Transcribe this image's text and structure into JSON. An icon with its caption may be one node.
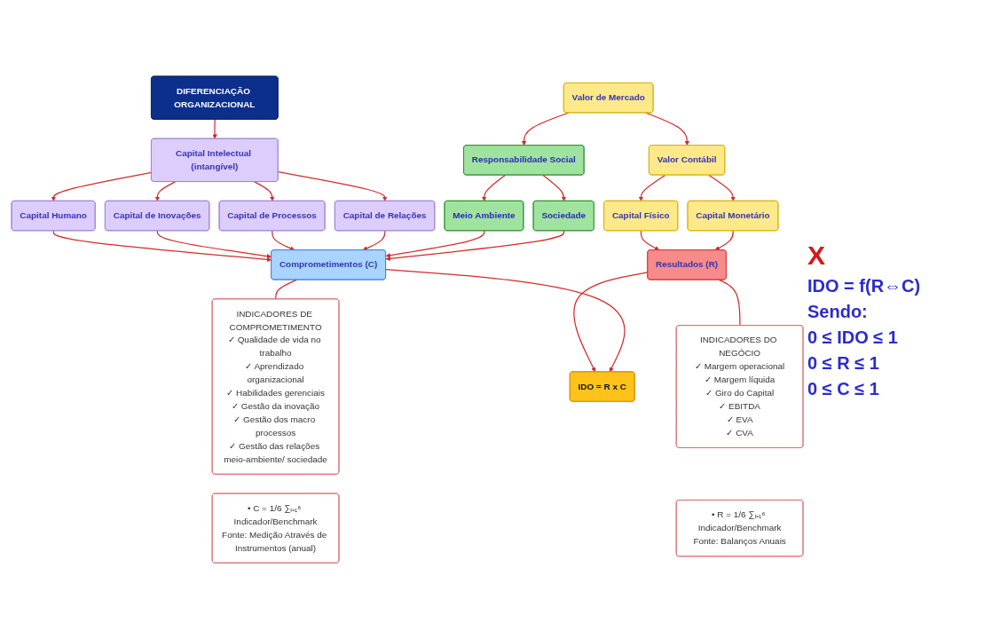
{
  "diagram": {
    "nodes": [
      {
        "text": [
          "DIFERENCIAÇÃO ORGANIZACIONAL"
        ]
      },
      {
        "text": [
          "Valor de Mercado"
        ]
      },
      {
        "text": [
          "Valor Contábil"
        ]
      },
      {
        "text": [
          "Capital Intelectual (intangível)"
        ]
      },
      {
        "text": [
          "Responsabilidade Social"
        ]
      },
      {
        "text": [
          "Capital Físico"
        ]
      },
      {
        "text": [
          "Capital Monetário"
        ]
      },
      {
        "text": [
          "Capital Humano"
        ]
      },
      {
        "text": [
          "Capital de Inovações"
        ]
      },
      {
        "text": [
          "Capital de Processos"
        ]
      },
      {
        "text": [
          "Capital de Relações"
        ]
      },
      {
        "text": [
          "Meio Ambiente"
        ]
      },
      {
        "text": [
          "Sociedade"
        ]
      },
      {
        "text": [
          "Resultados (R)"
        ]
      },
      {
        "text": [
          "Comprometimentos (C)"
        ]
      },
      {
        "text": [
          "INDICADORES DO NEGÓCIO",
          "✓ Margem operacional",
          "✓ Margem líquida",
          "✓ Giro do Capital",
          "✓ EBITDA",
          "✓ EVA",
          "✓ CVA"
        ]
      },
      {
        "text": [
          "• R = 1/6 ∑ᵢ₌₁⁶ Indicador/Benchmark",
          "Fonte: Balanços Anuais"
        ]
      },
      {
        "text": [
          "IDO = R x C"
        ]
      },
      {
        "text": [
          "INDICADORES DE COMPROMETIMENTO",
          "✓ Qualidade de vida no trabalho",
          "✓ Aprendizado organizacional",
          "✓ Habilidades gerenciais",
          "✓ Gestão da inovação",
          "✓ Gestão dos macro processos",
          "✓ Gestão das relações meio-ambiente/ sociedade"
        ]
      },
      {
        "text": [
          "• C = 1/6 ∑ᵢ₌₁⁶ Indicador/Benchmark",
          "Fonte: Medição Através de Instrumentos (anual)"
        ]
      }
    ],
    "edges": [
      {
        "from": 0,
        "to": 3,
        "arrow": "to"
      },
      {
        "from": 1,
        "to": 2,
        "arrow": "to"
      },
      {
        "from": 1,
        "to": 4,
        "arrow": "to"
      },
      {
        "from": 2,
        "to": 5,
        "arrow": "to"
      },
      {
        "from": 2,
        "to": 6,
        "arrow": "to"
      },
      {
        "from": 3,
        "to": 7,
        "arrow": "to"
      },
      {
        "from": 3,
        "to": 8,
        "arrow": "to"
      },
      {
        "from": 3,
        "to": 9,
        "arrow": "to"
      },
      {
        "from": 3,
        "to": 10,
        "arrow": "to"
      },
      {
        "from": 4,
        "to": 11,
        "arrow": "to"
      },
      {
        "from": 4,
        "to": 12,
        "arrow": "to"
      },
      {
        "from": 5,
        "to": 13,
        "arrow": "to"
      },
      {
        "from": 6,
        "to": 13,
        "arrow": "to"
      },
      {
        "from": 7,
        "to": 14,
        "arrow": "to"
      },
      {
        "from": 8,
        "to": 14,
        "arrow": "to"
      },
      {
        "from": 9,
        "to": 14,
        "arrow": "to"
      },
      {
        "from": 10,
        "to": 14,
        "arrow": "to"
      },
      {
        "from": 11,
        "to": 14,
        "arrow": "to"
      },
      {
        "from": 12,
        "to": 14,
        "arrow": "to"
      },
      {
        "from": 13,
        "to": 15,
        "arrow": "none"
      },
      {
        "from": 14,
        "to": 18,
        "arrow": "none"
      },
      {
        "from": 13,
        "to": 17,
        "arrow": "to"
      },
      {
        "from": 14,
        "to": 17,
        "arrow": "to"
      }
    ],
    "labels": [
      "X",
      "IDO = f(R⇔C)",
      "Sendo:",
      "0 ≤ IDO ≤ 1",
      "0 ≤ R ≤ 1",
      "0 ≤ C ≤ 1"
    ]
  }
}
